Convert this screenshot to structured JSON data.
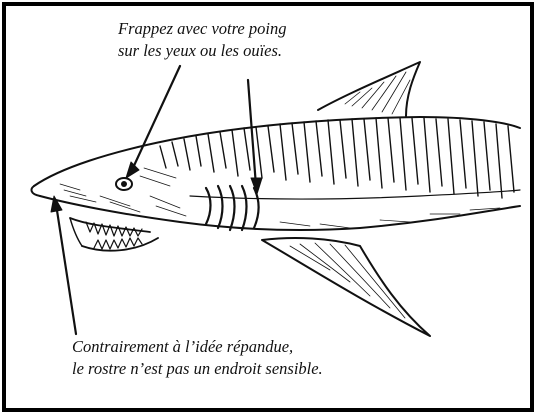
{
  "annotations": {
    "top": {
      "line1": "Frappez avec votre poing",
      "line2": "sur les yeux ou les ouïes."
    },
    "bottom": {
      "line1": "Contrairement à l’idée répandue,",
      "line2": "le rostre n’est pas un endroit sensible."
    }
  },
  "colors": {
    "ink": "#111111",
    "paper": "#ffffff",
    "frame": "#000000"
  }
}
